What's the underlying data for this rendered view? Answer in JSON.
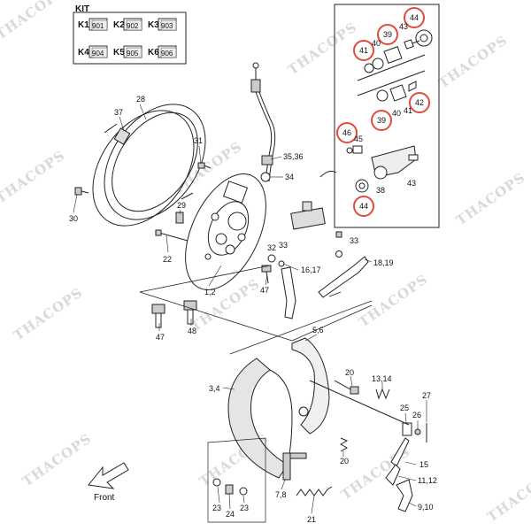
{
  "kit": {
    "title": "KIT",
    "items": [
      {
        "key": "K1",
        "code": "901"
      },
      {
        "key": "K2",
        "code": "902"
      },
      {
        "key": "K3",
        "code": "903"
      },
      {
        "key": "K4",
        "code": "904"
      },
      {
        "key": "K5",
        "code": "905"
      },
      {
        "key": "K6",
        "code": "906"
      }
    ]
  },
  "watermark": "THACOPS",
  "front_label": "Front",
  "callouts": {
    "c28": "28",
    "c37": "37",
    "c31": "31",
    "c30": "30",
    "c29": "29",
    "c22": "22",
    "c35_36": "35,36",
    "c34": "34",
    "c32": "32",
    "c33a": "33",
    "c33b": "33",
    "c16_17": "16,17",
    "c18_19": "18,19",
    "c47a": "47",
    "c1_2": "1,2",
    "c47b": "47",
    "c48": "48",
    "c5_6": "5,6",
    "c3_4": "3,4",
    "c20a": "20",
    "c13_14": "13,14",
    "c25": "25",
    "c26": "26",
    "c27": "27",
    "c20b": "20",
    "c15": "15",
    "c11_12": "11,12",
    "c7_8": "7,8",
    "c23a": "23",
    "c24": "24",
    "c23b": "23",
    "c21": "21",
    "c9_10": "9,10",
    "c44a": "44",
    "c39a": "39",
    "c43a": "43",
    "c41a": "41",
    "c40a": "40",
    "c42": "42",
    "c41b": "41",
    "c39b": "39",
    "c40b": "40",
    "c46": "46",
    "c45": "45",
    "c43b": "43",
    "c38": "38",
    "c44b": "44"
  }
}
